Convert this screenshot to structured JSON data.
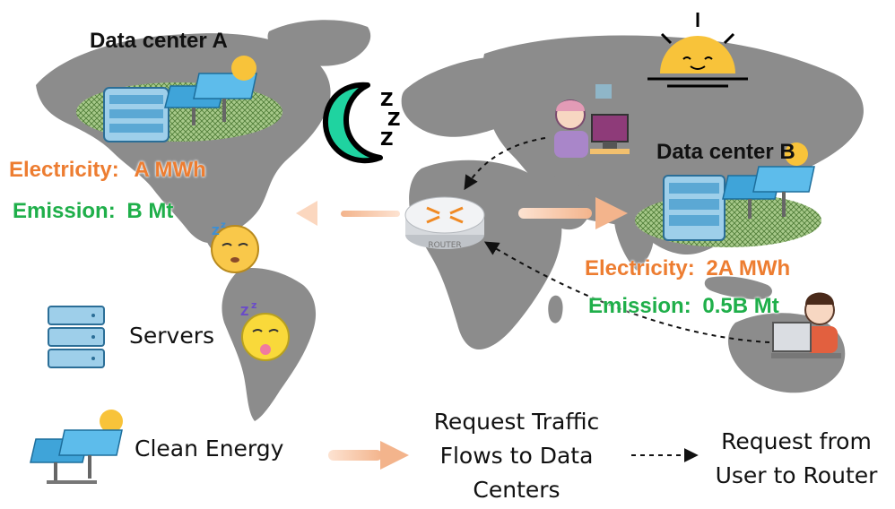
{
  "data_center_a": {
    "title": "Data center A",
    "electricity_label": "Electricity:",
    "electricity_value": "A MWh",
    "emission_label": "Emission:",
    "emission_value": "B Mt"
  },
  "data_center_b": {
    "title": "Data center B",
    "electricity_label": "Electricity:",
    "electricity_value": "2A MWh",
    "emission_label": "Emission:",
    "emission_value": "0.5B Mt"
  },
  "router": {
    "label": "ROUTER"
  },
  "legend": {
    "servers": "Servers",
    "clean_energy": "Clean Energy",
    "traffic_line1": "Request Traffic",
    "traffic_line2": "Flows to Data",
    "traffic_line3": "Centers",
    "request_line1": "Request from",
    "request_line2": "User to Router"
  },
  "icons": [
    "moon-sleep-icon",
    "sun-icon",
    "sleeping-face-icon",
    "router-icon",
    "user-icon",
    "server-icon",
    "solar-panel-icon"
  ],
  "colors": {
    "electricity": "#ED7D31",
    "emission": "#1FAF4A",
    "map": "#8C8C8C",
    "arrow": "#F6C3A3",
    "server": "#5BA8D4",
    "solar": "#3FA4D9"
  }
}
